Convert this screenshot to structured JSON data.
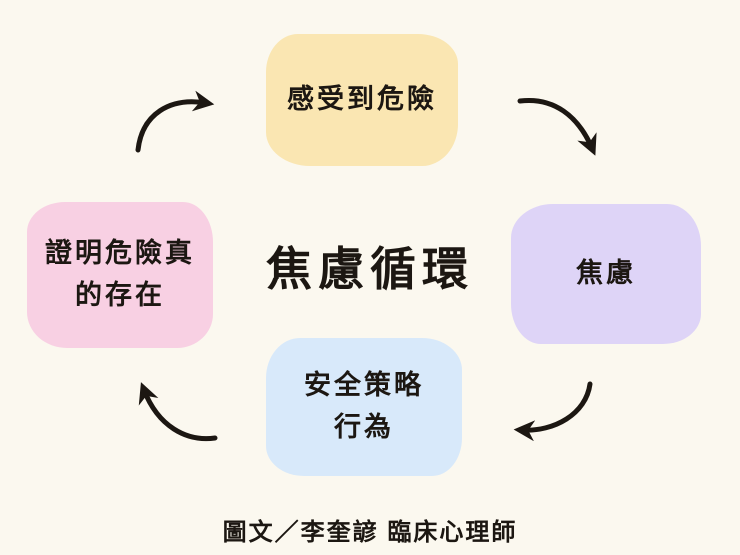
{
  "page": {
    "background_color": "#FBF8EF",
    "ink_color": "#1C1712"
  },
  "title": "焦慮循環",
  "caption": "圖文／李奎諺 臨床心理師",
  "nodes": {
    "top": {
      "label": "感受到危險",
      "lines": [
        "感受到危險"
      ],
      "color": "#FAE6B2"
    },
    "right": {
      "label": "焦慮",
      "lines": [
        "焦慮"
      ],
      "color": "#DED4F7"
    },
    "bottom": {
      "label": "安全策略行為",
      "lines": [
        "安全策略",
        "行為"
      ],
      "color": "#D8E9FA"
    },
    "left": {
      "label": "證明危險真的存在",
      "lines": [
        "證明危險真",
        "的存在"
      ],
      "color": "#F8D0E3"
    }
  },
  "arrows": [
    {
      "name": "left-to-top",
      "from": "證明危險真的存在",
      "to": "感受到危險"
    },
    {
      "name": "top-to-right",
      "from": "感受到危險",
      "to": "焦慮"
    },
    {
      "name": "right-to-bottom",
      "from": "焦慮",
      "to": "安全策略行為"
    },
    {
      "name": "bottom-to-left",
      "from": "安全策略行為",
      "to": "證明危險真的存在"
    }
  ]
}
